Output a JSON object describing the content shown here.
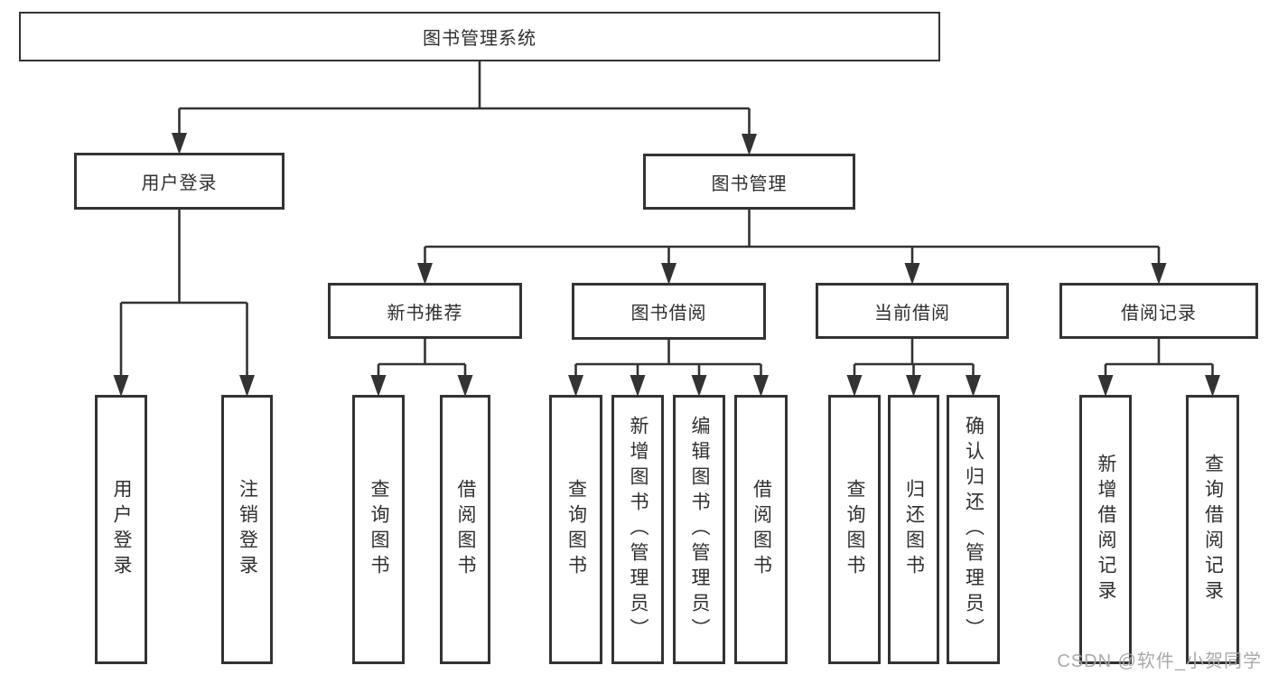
{
  "diagram": {
    "title": "图书管理系统",
    "nodes": [
      {
        "id": "root",
        "label": "图书管理系统"
      },
      {
        "id": "user-login",
        "label": "用户登录"
      },
      {
        "id": "book-mgmt",
        "label": "图书管理"
      },
      {
        "id": "user-login-leaf",
        "label": "用户登录"
      },
      {
        "id": "logout-leaf",
        "label": "注销登录"
      },
      {
        "id": "new-book-rec",
        "label": "新书推荐"
      },
      {
        "id": "book-borrow",
        "label": "图书借阅"
      },
      {
        "id": "current-borrow",
        "label": "当前借阅"
      },
      {
        "id": "borrow-records",
        "label": "借阅记录"
      },
      {
        "id": "query-books-rec",
        "label": "查询图书"
      },
      {
        "id": "borrow-books-rec",
        "label": "借阅图书"
      },
      {
        "id": "query-books-borrow",
        "label": "查询图书"
      },
      {
        "id": "add-books-admin",
        "label": "新增图书（管理员）"
      },
      {
        "id": "edit-books-admin",
        "label": "编辑图书（管理员）"
      },
      {
        "id": "borrow-books-borrow",
        "label": "借阅图书"
      },
      {
        "id": "query-books-current",
        "label": "查询图书"
      },
      {
        "id": "return-books",
        "label": "归还图书"
      },
      {
        "id": "confirm-return-admin",
        "label": "确认归还（管理员）"
      },
      {
        "id": "add-borrow-record",
        "label": "新增借阅记录"
      },
      {
        "id": "query-borrow-record",
        "label": "查询借阅记录"
      }
    ],
    "edges": [
      {
        "from": "root",
        "to": "user-login"
      },
      {
        "from": "root",
        "to": "book-mgmt"
      },
      {
        "from": "user-login",
        "to": "user-login-leaf"
      },
      {
        "from": "user-login",
        "to": "logout-leaf"
      },
      {
        "from": "book-mgmt",
        "to": "new-book-rec"
      },
      {
        "from": "book-mgmt",
        "to": "book-borrow"
      },
      {
        "from": "book-mgmt",
        "to": "current-borrow"
      },
      {
        "from": "book-mgmt",
        "to": "borrow-records"
      },
      {
        "from": "new-book-rec",
        "to": "query-books-rec"
      },
      {
        "from": "new-book-rec",
        "to": "borrow-books-rec"
      },
      {
        "from": "book-borrow",
        "to": "query-books-borrow"
      },
      {
        "from": "book-borrow",
        "to": "add-books-admin"
      },
      {
        "from": "book-borrow",
        "to": "edit-books-admin"
      },
      {
        "from": "book-borrow",
        "to": "borrow-books-borrow"
      },
      {
        "from": "current-borrow",
        "to": "query-books-current"
      },
      {
        "from": "current-borrow",
        "to": "return-books"
      },
      {
        "from": "current-borrow",
        "to": "confirm-return-admin"
      },
      {
        "from": "borrow-records",
        "to": "add-borrow-record"
      },
      {
        "from": "borrow-records",
        "to": "query-borrow-record"
      }
    ]
  },
  "watermark": {
    "text": "CSDN @软件_小贺同学"
  },
  "colors": {
    "line": "#333333",
    "border": "#333333",
    "text": "#2f2f2f",
    "background": "#ffffff",
    "watermark": "#a5a5a5"
  }
}
